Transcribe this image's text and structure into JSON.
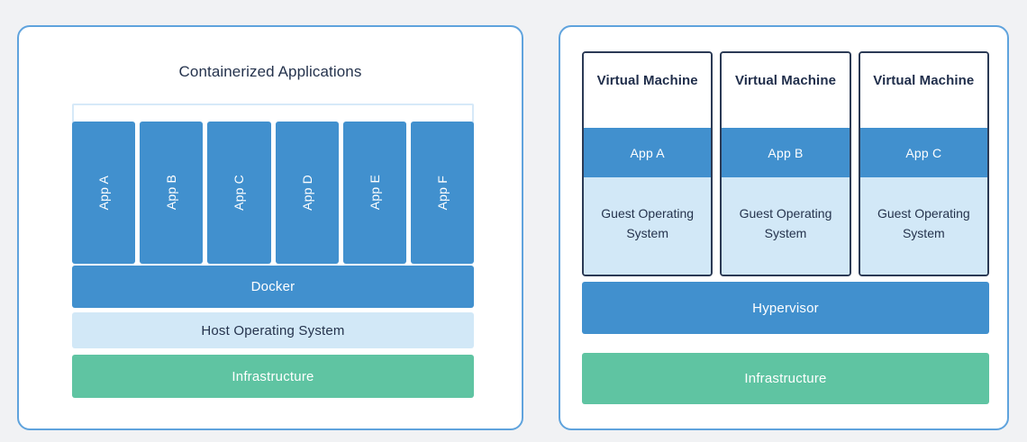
{
  "diagram": {
    "background_color": "#f1f2f4",
    "accent_blue": "#4190ce",
    "light_blue": "#d2e8f7",
    "green": "#5fc4a2",
    "panel_border": "#5fa3dd",
    "vm_border": "#2b3a55",
    "text_dark": "#25334d"
  },
  "containers_panel": {
    "title": "Containerized Applications",
    "apps": [
      {
        "label": "App A"
      },
      {
        "label": "App B"
      },
      {
        "label": "App C"
      },
      {
        "label": "App D"
      },
      {
        "label": "App E"
      },
      {
        "label": "App F"
      }
    ],
    "layers": [
      {
        "label": "Docker",
        "style": "blue"
      },
      {
        "label": "Host Operating System",
        "style": "light"
      },
      {
        "label": "Infrastructure",
        "style": "green"
      }
    ]
  },
  "vms_panel": {
    "vms": [
      {
        "title": "Virtual Machine",
        "app": "App A",
        "guest_os": "Guest Operating System"
      },
      {
        "title": "Virtual Machine",
        "app": "App B",
        "guest_os": "Guest Operating System"
      },
      {
        "title": "Virtual Machine",
        "app": "App C",
        "guest_os": "Guest Operating System"
      }
    ],
    "layers": [
      {
        "label": "Hypervisor",
        "style": "blue"
      },
      {
        "label": "Infrastructure",
        "style": "green"
      }
    ]
  }
}
